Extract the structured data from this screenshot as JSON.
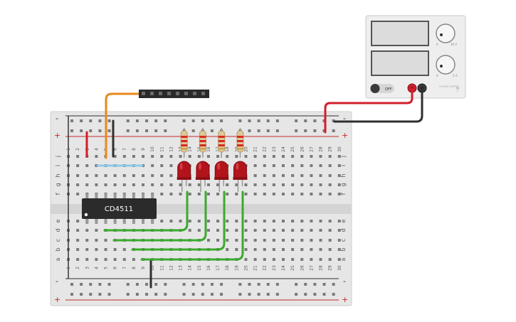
{
  "breadboard": {
    "rail_minus": "-",
    "rail_plus": "+",
    "column_numbers": [
      "1",
      "2",
      "3",
      "4",
      "5",
      "6",
      "7",
      "8",
      "9",
      "10",
      "11",
      "12",
      "13",
      "14",
      "15",
      "16",
      "17",
      "18",
      "19",
      "20",
      "21",
      "22",
      "23",
      "24",
      "25",
      "26",
      "27",
      "28",
      "29",
      "30"
    ],
    "rows_top": [
      "j",
      "i",
      "h",
      "g",
      "f"
    ],
    "rows_bottom": [
      "e",
      "d",
      "c",
      "b",
      "a"
    ]
  },
  "chip": {
    "label": "CD4511"
  },
  "power_supply": {
    "switch_label": "OFF",
    "knob_top_max": "30 V",
    "knob_bottom_max": "5 A",
    "knob_min": "0",
    "brand": "POWER SUPPLY"
  },
  "components": {
    "led_count": 4,
    "resistor_count": 4,
    "header_pins": 8
  },
  "colors": {
    "board": "#e6e6e6",
    "red_wire": "#d21f2b",
    "black_wire": "#2f2f2f",
    "orange_wire": "#e8891b",
    "green_wire": "#3aaa2e",
    "blue_wire": "#8ec9ec",
    "led": "#b3141b",
    "resistor": "#e0c79a"
  }
}
